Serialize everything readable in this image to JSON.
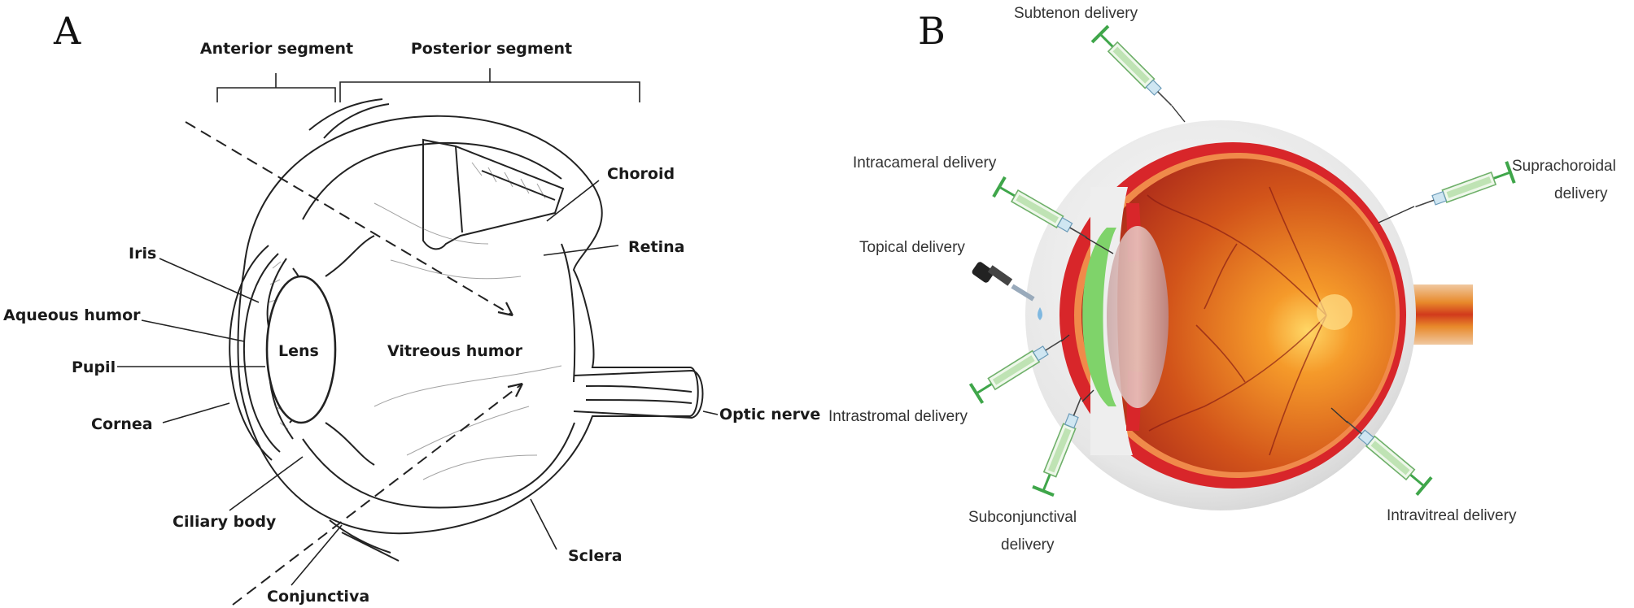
{
  "panel_a": {
    "letter": "A",
    "segments": {
      "anterior": "Anterior segment",
      "posterior": "Posterior segment"
    },
    "labels": {
      "iris": "Iris",
      "aqueous_humor": "Aqueous humor",
      "pupil": "Pupil",
      "cornea": "Cornea",
      "ciliary_body": "Ciliary body",
      "conjunctiva": "Conjunctiva",
      "lens": "Lens",
      "vitreous_humor": "Vitreous humor",
      "choroid": "Choroid",
      "retina": "Retina",
      "optic_nerve": "Optic nerve",
      "sclera": "Sclera"
    }
  },
  "panel_b": {
    "letter": "B",
    "routes": {
      "subtenon": "Subtenon delivery",
      "intracameral": "Intracameral delivery",
      "topical": "Topical delivery",
      "intrastromal": "Intrastromal delivery",
      "subconjunctival_line1": "Subconjunctival",
      "subconjunctival_line2": "delivery",
      "suprachoroidal_line1": "Suprachoroidal",
      "suprachoroidal_line2": "delivery",
      "intravitreal": "Intravitreal delivery"
    }
  },
  "colors": {
    "sclera_gray": "#dcdcdc",
    "retina_red": "#d8262a",
    "fundus_orange": "#e06a1a",
    "cornea_green": "#7fd36a",
    "syringe_green": "#3fa64a"
  }
}
